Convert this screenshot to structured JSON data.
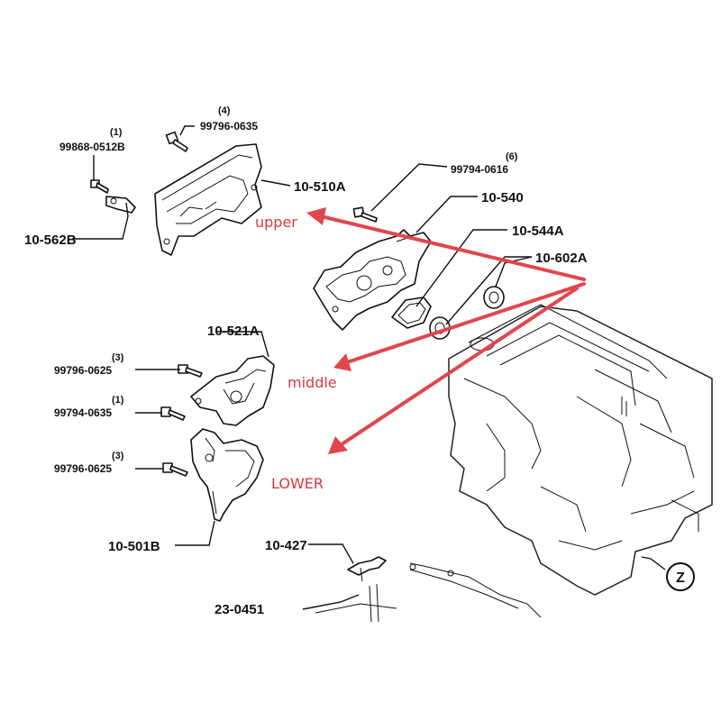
{
  "parts": {
    "p_99796_0635_top": {
      "number": "99796-0635",
      "qty": "(4)"
    },
    "p_99868_0512b": {
      "number": "99868-0512B",
      "qty": "(1)"
    },
    "p_10_510a": {
      "number": "10-510A"
    },
    "p_10_562b": {
      "number": "10-562B"
    },
    "p_99794_0616": {
      "number": "99794-0616",
      "qty": "(6)"
    },
    "p_10_540": {
      "number": "10-540"
    },
    "p_10_544a": {
      "number": "10-544A"
    },
    "p_10_602a": {
      "number": "10-602A"
    },
    "p_10_521a": {
      "number": "10-521A"
    },
    "p_99796_0625_a": {
      "number": "99796-0625",
      "qty": "(3)"
    },
    "p_99794_0635": {
      "number": "99794-0635",
      "qty": "(1)"
    },
    "p_99796_0625_b": {
      "number": "99796-0625",
      "qty": "(3)"
    },
    "p_10_501b": {
      "number": "10-501B"
    },
    "p_10_427": {
      "number": "10-427"
    },
    "p_23_0451": {
      "number": "23-0451"
    },
    "view_marker": {
      "letter": "Z"
    }
  },
  "annotations": {
    "upper": "upper",
    "middle": "middle",
    "lower": "LOWER"
  },
  "colors": {
    "annotation": "#d6393e",
    "line": "#111111"
  }
}
